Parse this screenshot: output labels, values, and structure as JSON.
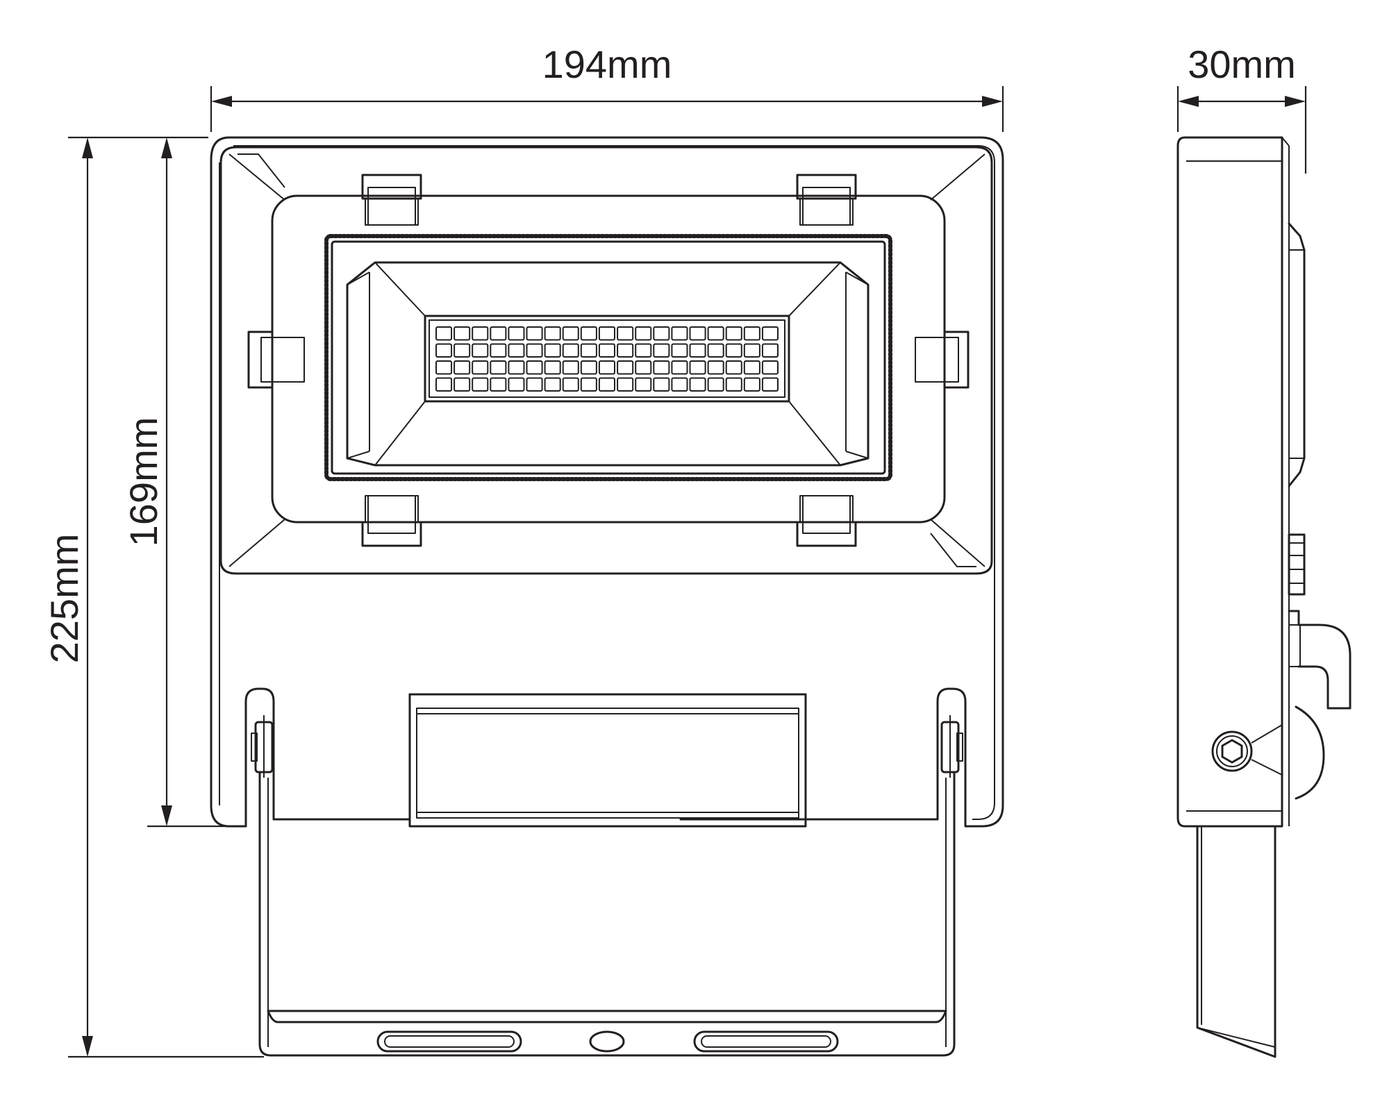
{
  "dimensions": {
    "width_label": "194mm",
    "depth_label": "30mm",
    "body_height_label": "169mm",
    "total_height_label": "225mm"
  },
  "colors": {
    "line": "#231f20",
    "background": "#ffffff"
  },
  "led_grid": {
    "columns": 19,
    "rows": 4
  }
}
